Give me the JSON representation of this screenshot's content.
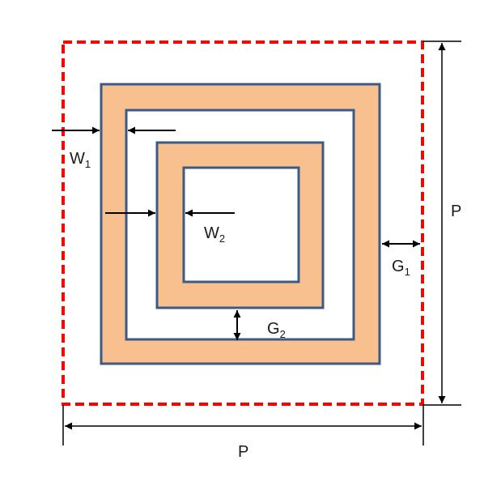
{
  "labels": {
    "w1": {
      "main": "W",
      "sub": "1"
    },
    "w2": {
      "main": "W",
      "sub": "2"
    },
    "g1": {
      "main": "G",
      "sub": "1"
    },
    "g2": {
      "main": "G",
      "sub": "2"
    },
    "p_vertical": "P",
    "p_horizontal": "P"
  },
  "colors": {
    "unit_cell_border": "#ff0000",
    "ring_fill": "#f9c08f",
    "ring_stroke": "#3b5a85",
    "dimension_line": "#000000"
  }
}
